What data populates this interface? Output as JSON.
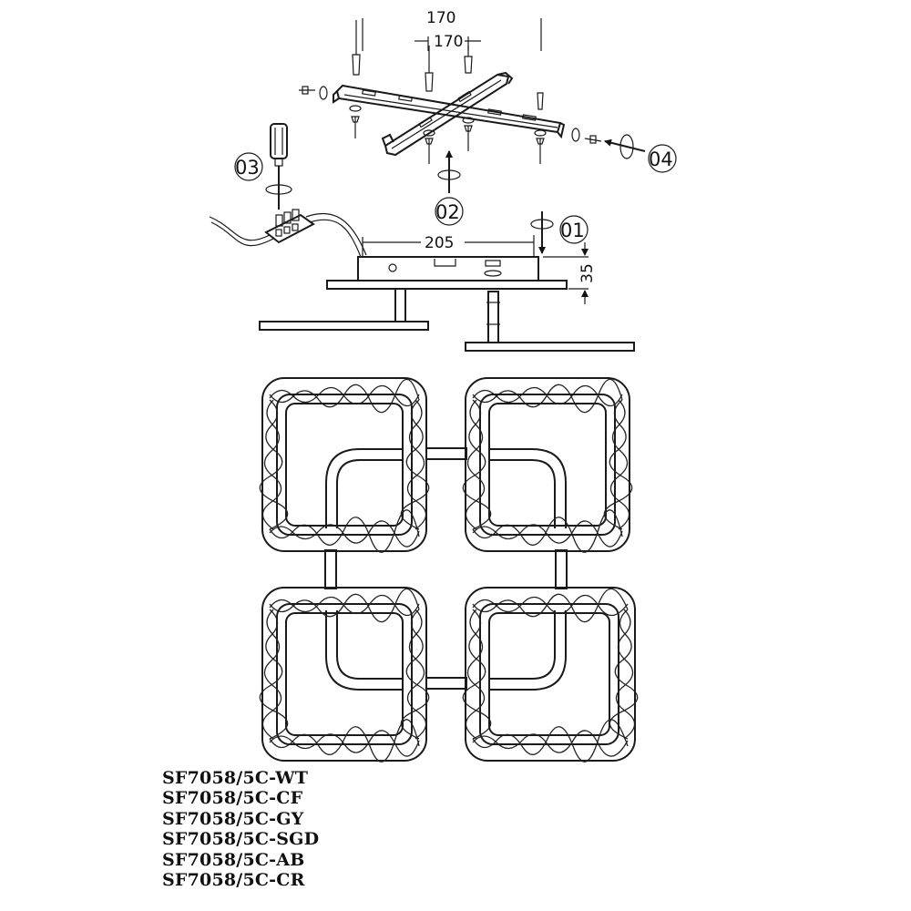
{
  "dimensions": {
    "top_span": "170",
    "mount_spacing": "170",
    "base_width": "205",
    "base_height": "35"
  },
  "steps": [
    "01",
    "02",
    "03",
    "04"
  ],
  "models": [
    "SF7058/5C-WT",
    "SF7058/5C-CF",
    "SF7058/5C-GY",
    "SF7058/5C-SGD",
    "SF7058/5C-AB",
    "SF7058/5C-CR"
  ]
}
